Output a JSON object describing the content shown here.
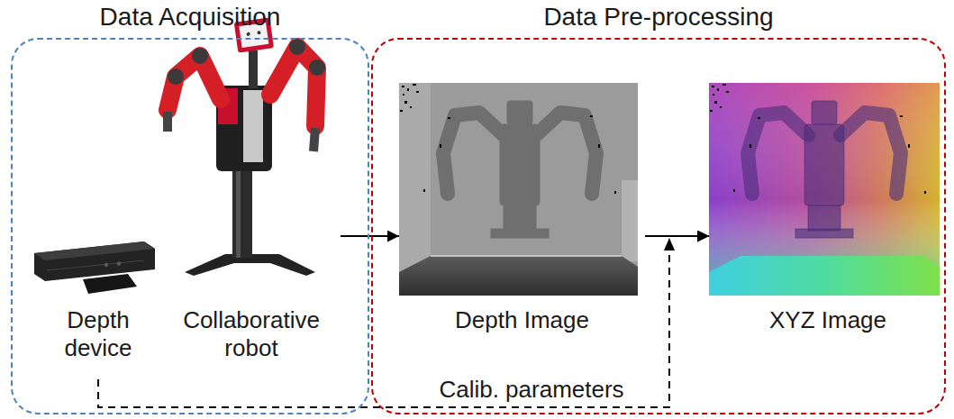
{
  "diagram": {
    "nodes": [
      {
        "text": [
          "Data Acquisition"
        ]
      },
      {
        "text": [
          "Depth device"
        ],
        "in": 0
      },
      {
        "text": [
          "Collaborative robot"
        ],
        "in": 0
      },
      {
        "text": [
          "Data Pre-processing"
        ]
      },
      {
        "text": [
          "Depth Image"
        ],
        "in": 3
      },
      {
        "text": [
          "XYZ Image"
        ],
        "in": 3
      }
    ],
    "edges": [
      {
        "from": 2,
        "to": 4,
        "arrow": "to"
      },
      {
        "from": 4,
        "to": 5,
        "arrow": "to"
      },
      {
        "from": 1,
        "to": 5,
        "arrow": "to",
        "label": "Calib. parameters"
      }
    ]
  }
}
